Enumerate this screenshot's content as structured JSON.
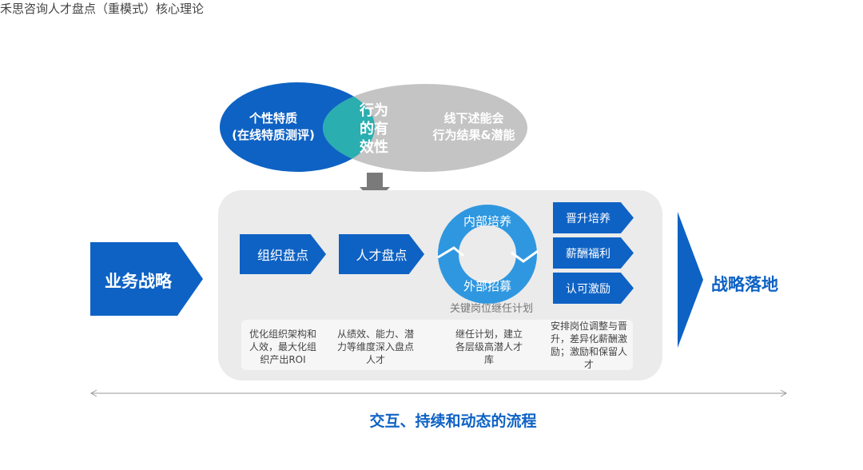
{
  "title": "禾思咨询人才盘点（重模式）核心理论",
  "venn": {
    "left_line1": "个性特质",
    "left_line2": "(在线特质测评)",
    "center_line1": "行为",
    "center_line2": "的有",
    "center_line3": "效性",
    "right_line1": "线下述能会",
    "right_line2": "行为结果&潜能"
  },
  "left_arrow": "业务战略",
  "steps": [
    "组织盘点",
    "人才盘点"
  ],
  "cycle": {
    "top": "内部培养",
    "bottom": "外部招募",
    "caption": "关键岗位继任计划"
  },
  "actions": [
    "晋升培养",
    "薪酬福利",
    "认可激励"
  ],
  "descriptions": [
    "优化组织架构和人效，最大化组织产出ROI",
    "从绩效、能力、潜力等维度深入盘点人才",
    "继任计划，建立各层级高潜人才库",
    "安排岗位调整与晋升，差异化薪酬激励；激励和保留人才"
  ],
  "right_label": "战略落地",
  "footer": "交互、持续和动态的流程",
  "colors": {
    "blue": "#0e62c4",
    "teal": "#2aaeb0",
    "gray": "#c4c4c4",
    "ring": "#2f97e0"
  }
}
